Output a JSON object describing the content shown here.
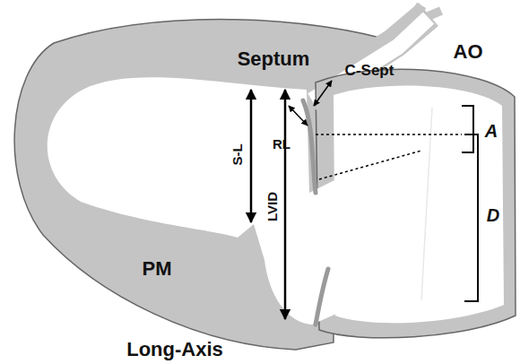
{
  "diagram": {
    "caption": "Long-Axis",
    "labels": [
      "Septum",
      "AO",
      "C-Sept",
      "RL",
      "A",
      "D",
      "S-L",
      "LVID",
      "PM"
    ]
  }
}
